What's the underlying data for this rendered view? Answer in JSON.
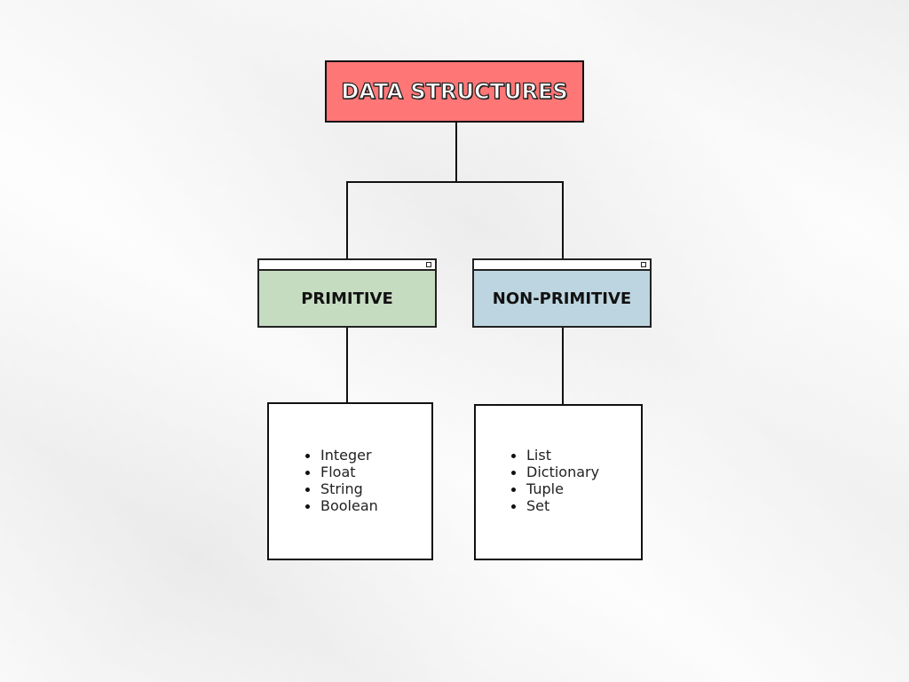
{
  "title": "DATA STRUCTURES",
  "colors": {
    "title_fill": "#ff7676",
    "primitive_fill": "#c6dcc1",
    "non_primitive_fill": "#bdd5e0",
    "line": "#111111"
  },
  "categories": [
    {
      "label": "PRIMITIVE",
      "items": [
        "Integer",
        "Float",
        "String",
        "Boolean"
      ]
    },
    {
      "label": "NON-PRIMITIVE",
      "items": [
        "List",
        "Dictionary",
        "Tuple",
        "Set"
      ]
    }
  ]
}
